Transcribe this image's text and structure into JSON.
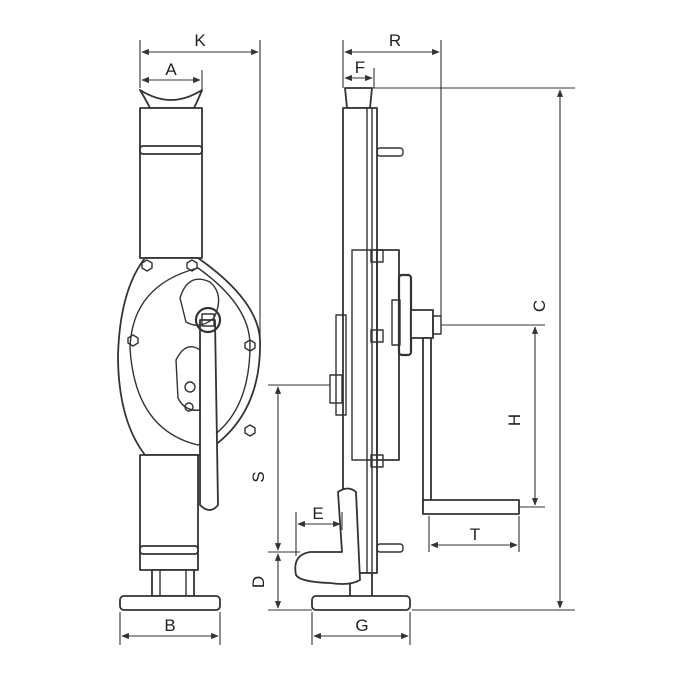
{
  "diagram": {
    "labels": {
      "K": "K",
      "A": "A",
      "B": "B",
      "R": "R",
      "F": "F",
      "C": "C",
      "H": "H",
      "S": "S",
      "E": "E",
      "T": "T",
      "D": "D",
      "G": "G"
    },
    "colors": {
      "line": "#333333",
      "background": "#ffffff"
    }
  }
}
